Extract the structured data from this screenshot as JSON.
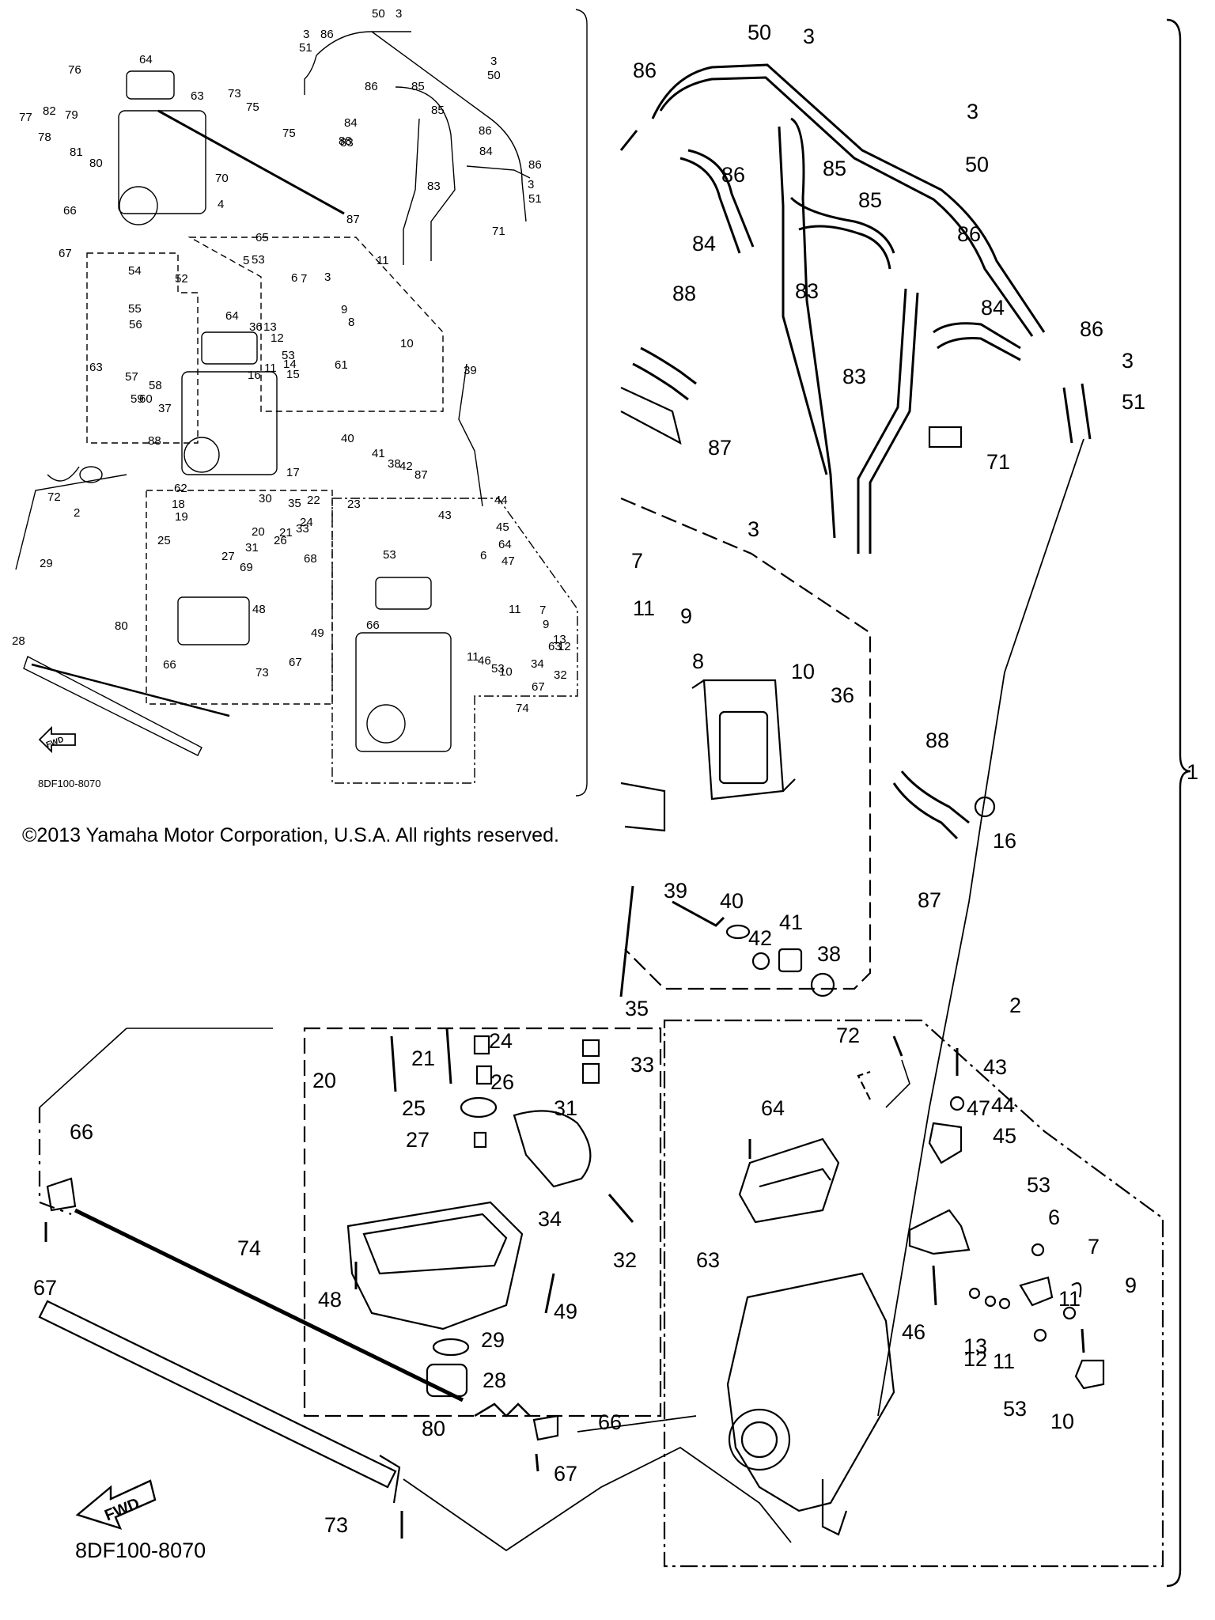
{
  "copyright": "©2013 Yamaha Motor Corporation, U.S.A. All rights reserved.",
  "diagram_code": "8DF100-8070",
  "fwd_label": "FWD",
  "bracket_label": "1",
  "small_callouts": [
    "50",
    "3",
    "3",
    "51",
    "86",
    "86",
    "85",
    "85",
    "86",
    "3",
    "50",
    "84",
    "84",
    "83",
    "86",
    "88",
    "83",
    "3",
    "51",
    "87",
    "71",
    "76",
    "64",
    "63",
    "73",
    "75",
    "82",
    "79",
    "77",
    "78",
    "81",
    "80",
    "70",
    "75",
    "66",
    "4",
    "67",
    "65",
    "53",
    "5",
    "6",
    "7",
    "3",
    "11",
    "9",
    "8",
    "10",
    "36",
    "13",
    "12",
    "11",
    "14",
    "15",
    "53",
    "54",
    "52",
    "55",
    "64",
    "56",
    "57",
    "58",
    "59",
    "60",
    "37",
    "63",
    "16",
    "61",
    "88",
    "39",
    "40",
    "41",
    "42",
    "38",
    "87",
    "23",
    "17",
    "62",
    "35",
    "22",
    "30",
    "18",
    "19",
    "24",
    "33",
    "21",
    "20",
    "26",
    "25",
    "31",
    "27",
    "69",
    "68",
    "72",
    "2",
    "43",
    "44",
    "45",
    "64",
    "47",
    "53",
    "6",
    "7",
    "11",
    "9",
    "13",
    "12",
    "11",
    "46",
    "63",
    "53",
    "10",
    "34",
    "32",
    "66",
    "67",
    "74",
    "48",
    "49",
    "29",
    "28",
    "80",
    "66",
    "67",
    "73"
  ],
  "large_callouts": [
    "50",
    "3",
    "86",
    "86",
    "85",
    "85",
    "3",
    "50",
    "84",
    "86",
    "83",
    "84",
    "86",
    "88",
    "83",
    "3",
    "51",
    "87",
    "71",
    "7",
    "3",
    "11",
    "9",
    "8",
    "10",
    "36",
    "88",
    "16",
    "87",
    "39",
    "40",
    "42",
    "41",
    "38",
    "35",
    "72",
    "2",
    "43",
    "44",
    "45",
    "24",
    "33",
    "20",
    "21",
    "26",
    "25",
    "31",
    "27",
    "64",
    "47",
    "53",
    "6",
    "7",
    "34",
    "63",
    "11",
    "9",
    "32",
    "46",
    "13",
    "12",
    "11",
    "53",
    "10",
    "48",
    "49",
    "29",
    "28",
    "66",
    "74",
    "67",
    "80",
    "66",
    "67",
    "73"
  ]
}
